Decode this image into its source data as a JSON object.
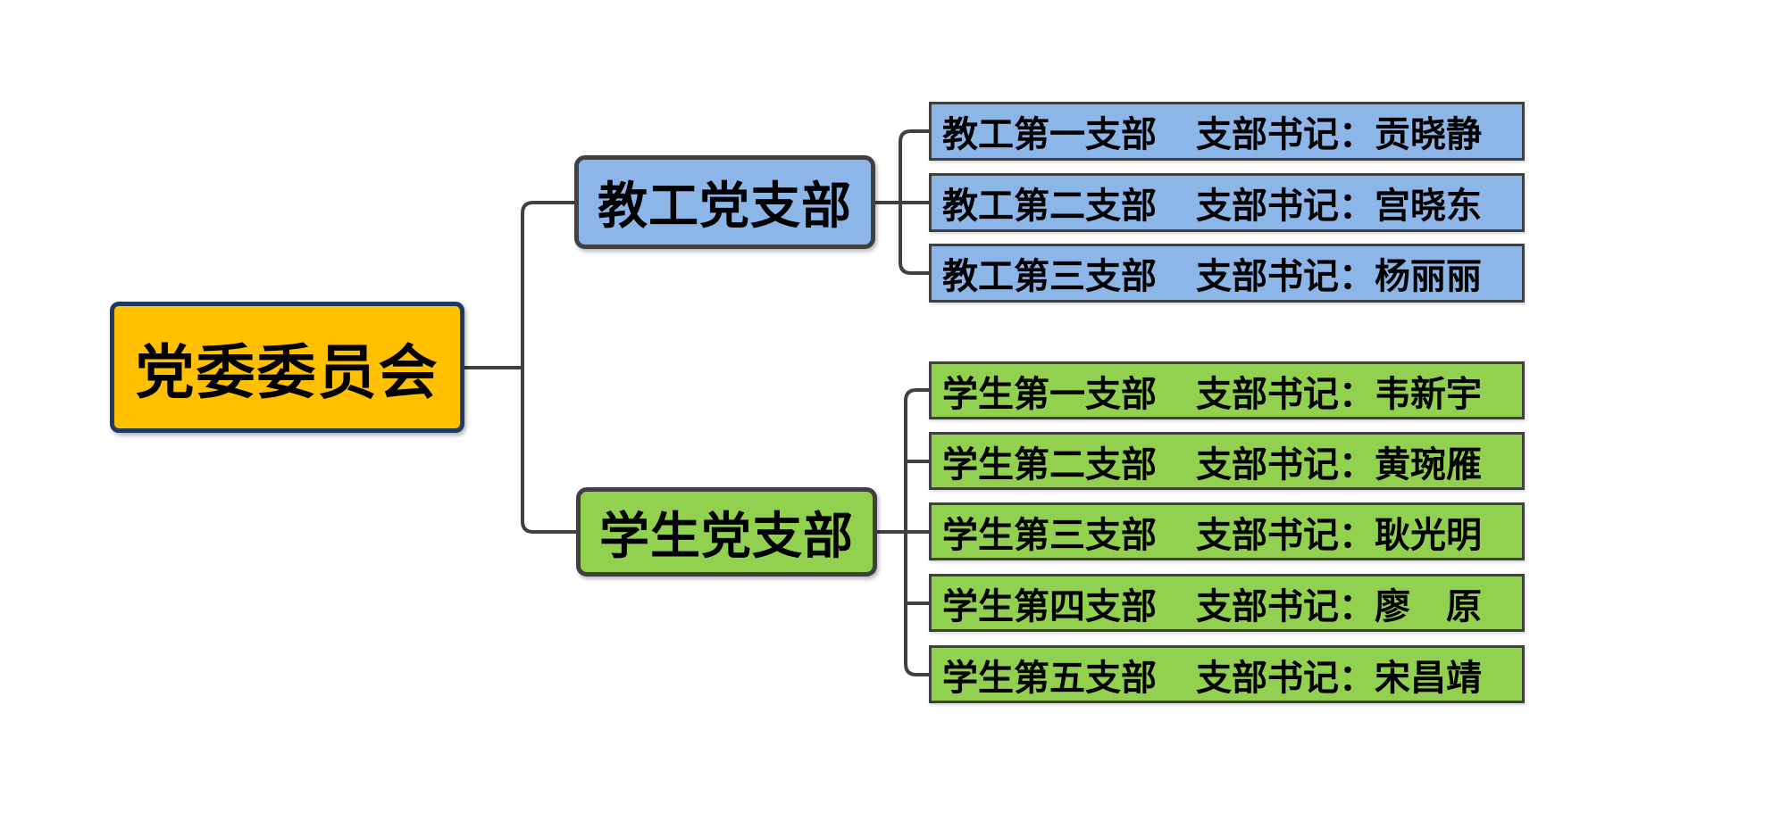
{
  "diagram": {
    "type": "org-chart",
    "background_color": "#FFFFFF",
    "connector_color": "#404040",
    "root": {
      "label": "党委委员会",
      "fill_color": "#FFC000",
      "border_color": "#1F3864"
    },
    "branches": [
      {
        "label": "教工党支部",
        "fill_color": "#8CB5E8",
        "border_color": "#404040",
        "leaves": [
          {
            "unit": "教工第一支部",
            "secretary": "支部书记：贡晓静"
          },
          {
            "unit": "教工第二支部",
            "secretary": "支部书记：宫晓东"
          },
          {
            "unit": "教工第三支部",
            "secretary": "支部书记：杨丽丽"
          }
        ]
      },
      {
        "label": "学生党支部",
        "fill_color": "#92D050",
        "border_color": "#404040",
        "leaves": [
          {
            "unit": "学生第一支部",
            "secretary": "支部书记：韦新宇"
          },
          {
            "unit": "学生第二支部",
            "secretary": "支部书记：黄琬雁"
          },
          {
            "unit": "学生第三支部",
            "secretary": "支部书记：耿光明"
          },
          {
            "unit": "学生第四支部",
            "secretary": "支部书记：廖　原"
          },
          {
            "unit": "学生第五支部",
            "secretary": "支部书记：宋昌靖"
          }
        ]
      }
    ]
  }
}
